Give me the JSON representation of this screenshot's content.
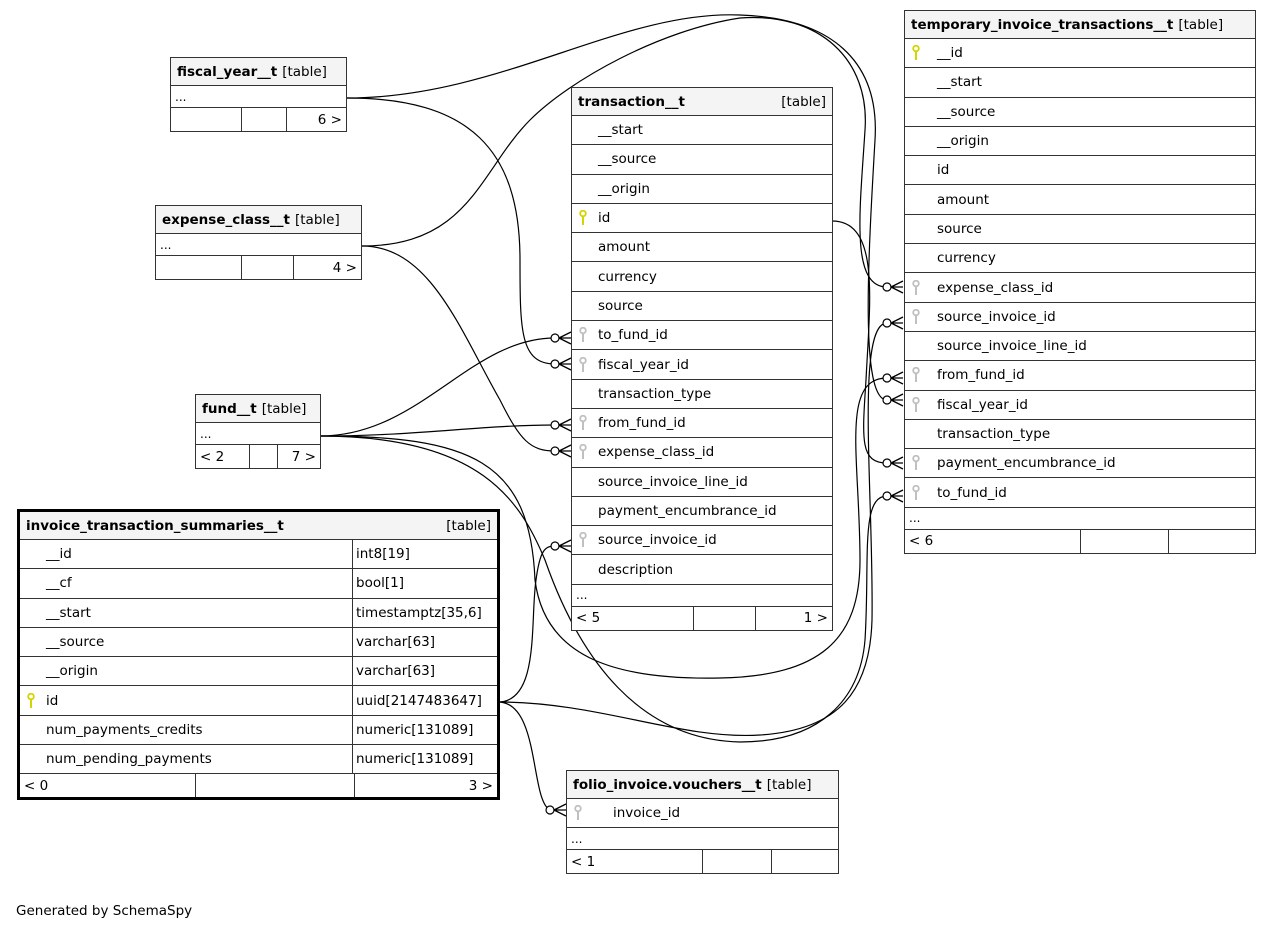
{
  "colors": {
    "primary_key": "#d4d400",
    "foreign_key": "#c0c0c0",
    "border": "#333333",
    "header_bg": "#f4f4f4"
  },
  "tables": {
    "fiscal_year": {
      "name": "fiscal_year__t",
      "kind": "[table]",
      "ellipsis": "...",
      "footer": [
        "",
        "",
        "6 >"
      ]
    },
    "expense_class": {
      "name": "expense_class__t",
      "kind": "[table]",
      "ellipsis": "...",
      "footer": [
        "",
        "",
        "4 >"
      ]
    },
    "fund": {
      "name": "fund__t",
      "kind": "[table]",
      "ellipsis": "...",
      "footer": [
        "< 2",
        "",
        "7 >"
      ]
    },
    "transaction": {
      "name": "transaction__t",
      "kind": "[table]",
      "columns": [
        {
          "name": "__start",
          "key": "none"
        },
        {
          "name": "__source",
          "key": "none"
        },
        {
          "name": "__origin",
          "key": "none"
        },
        {
          "name": "id",
          "key": "primary"
        },
        {
          "name": "amount",
          "key": "none"
        },
        {
          "name": "currency",
          "key": "none"
        },
        {
          "name": "source",
          "key": "none"
        },
        {
          "name": "to_fund_id",
          "key": "foreign"
        },
        {
          "name": "fiscal_year_id",
          "key": "foreign"
        },
        {
          "name": "transaction_type",
          "key": "none"
        },
        {
          "name": "from_fund_id",
          "key": "foreign"
        },
        {
          "name": "expense_class_id",
          "key": "foreign"
        },
        {
          "name": "source_invoice_line_id",
          "key": "none"
        },
        {
          "name": "payment_encumbrance_id",
          "key": "none"
        },
        {
          "name": "source_invoice_id",
          "key": "foreign"
        },
        {
          "name": "description",
          "key": "none"
        }
      ],
      "ellipsis": "...",
      "footer": [
        "< 5",
        "",
        "1 >"
      ]
    },
    "temporary_invoice_transactions": {
      "name": "temporary_invoice_transactions__t",
      "kind": "[table]",
      "columns": [
        {
          "name": "__id",
          "key": "primary"
        },
        {
          "name": "__start",
          "key": "none"
        },
        {
          "name": "__source",
          "key": "none"
        },
        {
          "name": "__origin",
          "key": "none"
        },
        {
          "name": "id",
          "key": "none"
        },
        {
          "name": "amount",
          "key": "none"
        },
        {
          "name": "source",
          "key": "none"
        },
        {
          "name": "currency",
          "key": "none"
        },
        {
          "name": "expense_class_id",
          "key": "foreign"
        },
        {
          "name": "source_invoice_id",
          "key": "foreign"
        },
        {
          "name": "source_invoice_line_id",
          "key": "none"
        },
        {
          "name": "from_fund_id",
          "key": "foreign"
        },
        {
          "name": "fiscal_year_id",
          "key": "foreign"
        },
        {
          "name": "transaction_type",
          "key": "none"
        },
        {
          "name": "payment_encumbrance_id",
          "key": "foreign"
        },
        {
          "name": "to_fund_id",
          "key": "foreign"
        }
      ],
      "ellipsis": "...",
      "footer": [
        "< 6",
        "",
        ""
      ]
    },
    "invoice_transaction_summaries": {
      "name": "invoice_transaction_summaries__t",
      "kind": "[table]",
      "columns": [
        {
          "name": "__id",
          "type": "int8[19]",
          "key": "none"
        },
        {
          "name": "__cf",
          "type": "bool[1]",
          "key": "none"
        },
        {
          "name": "__start",
          "type": "timestamptz[35,6]",
          "key": "none"
        },
        {
          "name": "__source",
          "type": "varchar[63]",
          "key": "none"
        },
        {
          "name": "__origin",
          "type": "varchar[63]",
          "key": "none"
        },
        {
          "name": "id",
          "type": "uuid[2147483647]",
          "key": "primary"
        },
        {
          "name": "num_payments_credits",
          "type": "numeric[131089]",
          "key": "none"
        },
        {
          "name": "num_pending_payments",
          "type": "numeric[131089]",
          "key": "none"
        }
      ],
      "footer": [
        "< 0",
        "",
        "3 >"
      ]
    },
    "vouchers": {
      "name": "folio_invoice.vouchers__t",
      "kind": "[table]",
      "columns": [
        {
          "name": "invoice_id",
          "key": "foreign"
        }
      ],
      "ellipsis": "...",
      "footer": [
        "< 1",
        "",
        ""
      ]
    }
  },
  "relationships": [
    {
      "from": "fiscal_year",
      "to": "transaction.fiscal_year_id"
    },
    {
      "from": "fiscal_year",
      "to": "temporary_invoice_transactions.fiscal_year_id"
    },
    {
      "from": "expense_class",
      "to": "transaction.expense_class_id"
    },
    {
      "from": "expense_class",
      "to": "temporary_invoice_transactions.expense_class_id"
    },
    {
      "from": "fund",
      "to": "transaction.to_fund_id"
    },
    {
      "from": "fund",
      "to": "transaction.from_fund_id"
    },
    {
      "from": "fund",
      "to": "temporary_invoice_transactions.from_fund_id"
    },
    {
      "from": "fund",
      "to": "temporary_invoice_transactions.to_fund_id"
    },
    {
      "from": "transaction.id",
      "to": "temporary_invoice_transactions.payment_encumbrance_id"
    },
    {
      "from": "invoice_transaction_summaries.id",
      "to": "transaction.source_invoice_id"
    },
    {
      "from": "invoice_transaction_summaries.id",
      "to": "temporary_invoice_transactions.source_invoice_id"
    },
    {
      "from": "invoice_transaction_summaries.id",
      "to": "vouchers.invoice_id"
    }
  ],
  "footer_note": "Generated by SchemaSpy"
}
